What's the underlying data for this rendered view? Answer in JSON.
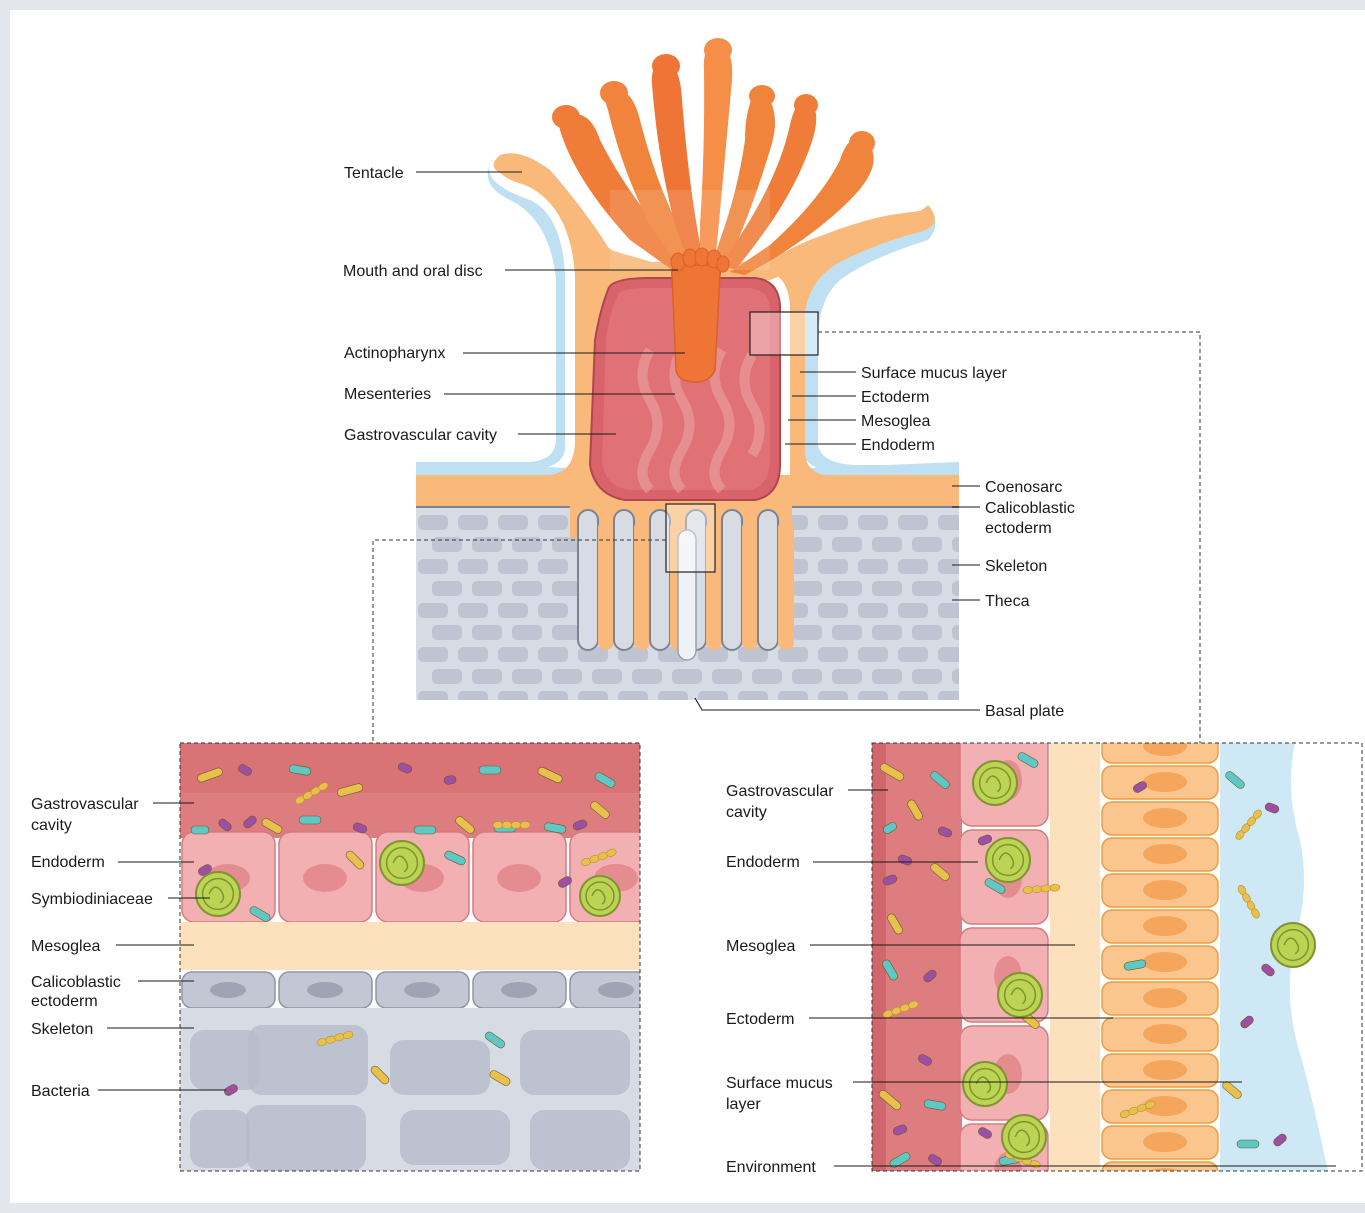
{
  "main_diagram": {
    "left_labels": {
      "tentacle": "Tentacle",
      "mouth_oral_disc": "Mouth and oral disc",
      "actinopharynx": "Actinopharynx",
      "mesenteries": "Mesenteries",
      "gastrovascular_cavity": "Gastrovascular cavity"
    },
    "right_labels": {
      "surface_mucus_layer": "Surface mucus layer",
      "ectoderm": "Ectoderm",
      "mesoglea": "Mesoglea",
      "endoderm": "Endoderm",
      "coenosarc": "Coenosarc",
      "calicoblastic_line1": "Calicoblastic",
      "calicoblastic_line2": "ectoderm",
      "skeleton": "Skeleton",
      "theca": "Theca",
      "basal_plate": "Basal plate"
    }
  },
  "inset_left": {
    "labels": {
      "gastrovascular_line1": "Gastrovascular",
      "gastrovascular_line2": "cavity",
      "endoderm": "Endoderm",
      "symbiodiniaceae": "Symbiodiniaceae",
      "mesoglea": "Mesoglea",
      "calicoblastic_line1": "Calicoblastic",
      "calicoblastic_line2": "ectoderm",
      "skeleton": "Skeleton",
      "bacteria": "Bacteria"
    }
  },
  "inset_right": {
    "labels": {
      "gastrovascular_line1": "Gastrovascular",
      "gastrovascular_line2": "cavity",
      "endoderm": "Endoderm",
      "mesoglea": "Mesoglea",
      "ectoderm": "Ectoderm",
      "mucus_line1": "Surface mucus",
      "mucus_line2": "layer",
      "environment": "Environment"
    }
  },
  "colors": {
    "tentacle_orange": "#f0843c",
    "tissue_peach": "#f9b97a",
    "cavity_red": "#d9636a",
    "mucus_blue": "#bfe0f2",
    "skeleton_grey": "#d7dbe4",
    "skeleton_block": "#b6bccb",
    "mesoglea_cream": "#fde0bc",
    "endoderm_pink": "#f3b0b3",
    "symbiont_green": "#bcd354"
  }
}
